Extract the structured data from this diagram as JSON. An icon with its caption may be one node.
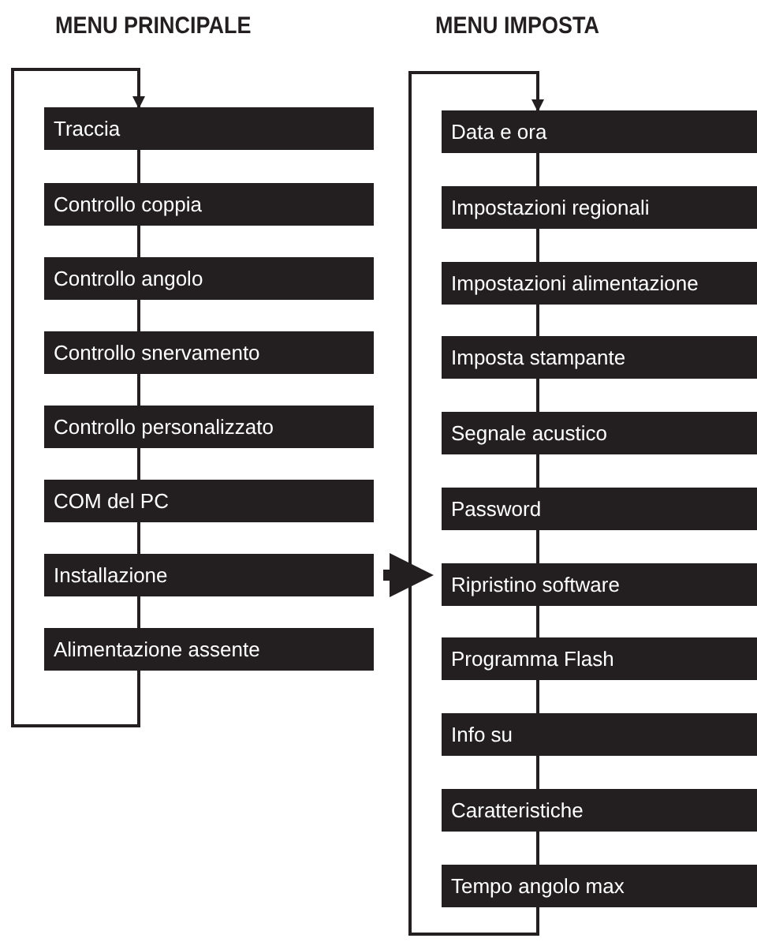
{
  "diagram": {
    "nodes": [
      {
        "text": [
          "Traccia"
        ]
      },
      {
        "text": [
          "Controllo coppia"
        ]
      },
      {
        "text": [
          "Controllo angolo"
        ]
      },
      {
        "text": [
          "Controllo snervamento"
        ]
      },
      {
        "text": [
          "Controllo personalizzato"
        ]
      },
      {
        "text": [
          "COM del PC"
        ]
      },
      {
        "text": [
          "Installazione"
        ]
      },
      {
        "text": [
          "Alimentazione assente"
        ]
      },
      {
        "text": [
          "Data e ora"
        ]
      },
      {
        "text": [
          "Impostazioni regionali"
        ]
      },
      {
        "text": [
          "Impostazioni alimentazione"
        ]
      },
      {
        "text": [
          "Imposta stampante"
        ]
      },
      {
        "text": [
          "Segnale acustico"
        ]
      },
      {
        "text": [
          "Password"
        ]
      },
      {
        "text": [
          "Ripristino software"
        ]
      },
      {
        "text": [
          "Programma Flash"
        ]
      },
      {
        "text": [
          "Info su"
        ]
      },
      {
        "text": [
          "Caratteristiche"
        ]
      },
      {
        "text": [
          "Tempo angolo max"
        ]
      }
    ],
    "edges": [
      {
        "from": 0,
        "to": 1,
        "arrow": "none"
      },
      {
        "from": 1,
        "to": 2,
        "arrow": "none"
      },
      {
        "from": 2,
        "to": 3,
        "arrow": "none"
      },
      {
        "from": 3,
        "to": 4,
        "arrow": "none"
      },
      {
        "from": 4,
        "to": 5,
        "arrow": "none"
      },
      {
        "from": 5,
        "to": 6,
        "arrow": "none"
      },
      {
        "from": 6,
        "to": 7,
        "arrow": "none"
      },
      {
        "from": 7,
        "to": 0,
        "arrow": "to"
      },
      {
        "from": 8,
        "to": 9,
        "arrow": "none"
      },
      {
        "from": 9,
        "to": 10,
        "arrow": "none"
      },
      {
        "from": 10,
        "to": 11,
        "arrow": "none"
      },
      {
        "from": 11,
        "to": 12,
        "arrow": "none"
      },
      {
        "from": 12,
        "to": 13,
        "arrow": "none"
      },
      {
        "from": 13,
        "to": 14,
        "arrow": "none"
      },
      {
        "from": 14,
        "to": 15,
        "arrow": "none"
      },
      {
        "from": 15,
        "to": 16,
        "arrow": "none"
      },
      {
        "from": 16,
        "to": 17,
        "arrow": "none"
      },
      {
        "from": 17,
        "to": 18,
        "arrow": "none"
      },
      {
        "from": 18,
        "to": 8,
        "arrow": "to"
      },
      {
        "from": 6,
        "to": 14,
        "arrow": "to",
        "style": "thick"
      }
    ],
    "labels": [
      "MENU PRINCIPALE",
      "MENU IMPOSTA"
    ]
  }
}
